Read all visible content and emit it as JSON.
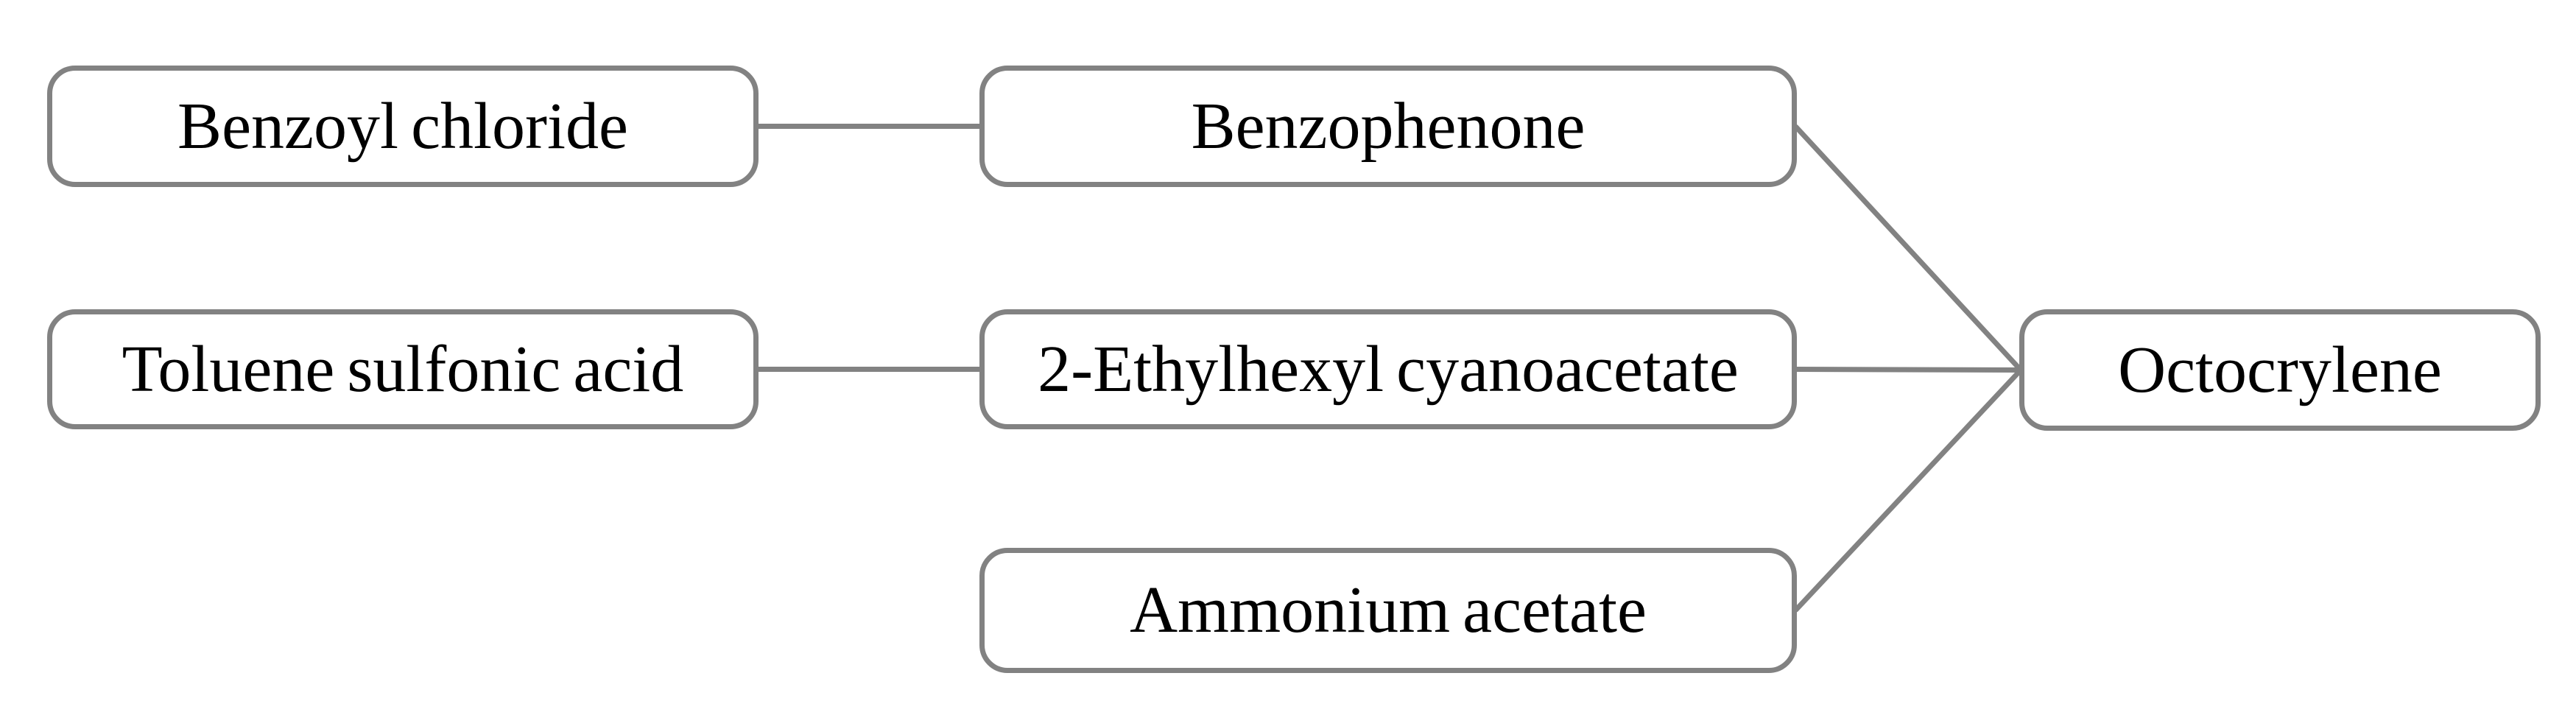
{
  "figure": {
    "background_color": "#ffffff",
    "box_border_color": "#828282",
    "connector_color": "#828282",
    "text_color": "#000000"
  },
  "nodes": [
    {
      "id": "benzoyl-chloride",
      "label": "Benzoyl chloride"
    },
    {
      "id": "benzophenone",
      "label": "Benzophenone"
    },
    {
      "id": "toluene-sulfonic-acid",
      "label": "Toluene sulfonic acid"
    },
    {
      "id": "ethylhexyl-cyanoacetate",
      "label": "2-Ethylhexyl cyanoacetate"
    },
    {
      "id": "ammonium-acetate",
      "label": "Ammonium acetate"
    },
    {
      "id": "octocrylene",
      "label": "Octocrylene"
    }
  ],
  "edges": [
    {
      "from": "benzoyl-chloride",
      "to": "benzophenone"
    },
    {
      "from": "toluene-sulfonic-acid",
      "to": "ethylhexyl-cyanoacetate"
    },
    {
      "from": "benzophenone",
      "to": "octocrylene"
    },
    {
      "from": "ethylhexyl-cyanoacetate",
      "to": "octocrylene"
    },
    {
      "from": "ammonium-acetate",
      "to": "octocrylene"
    }
  ]
}
